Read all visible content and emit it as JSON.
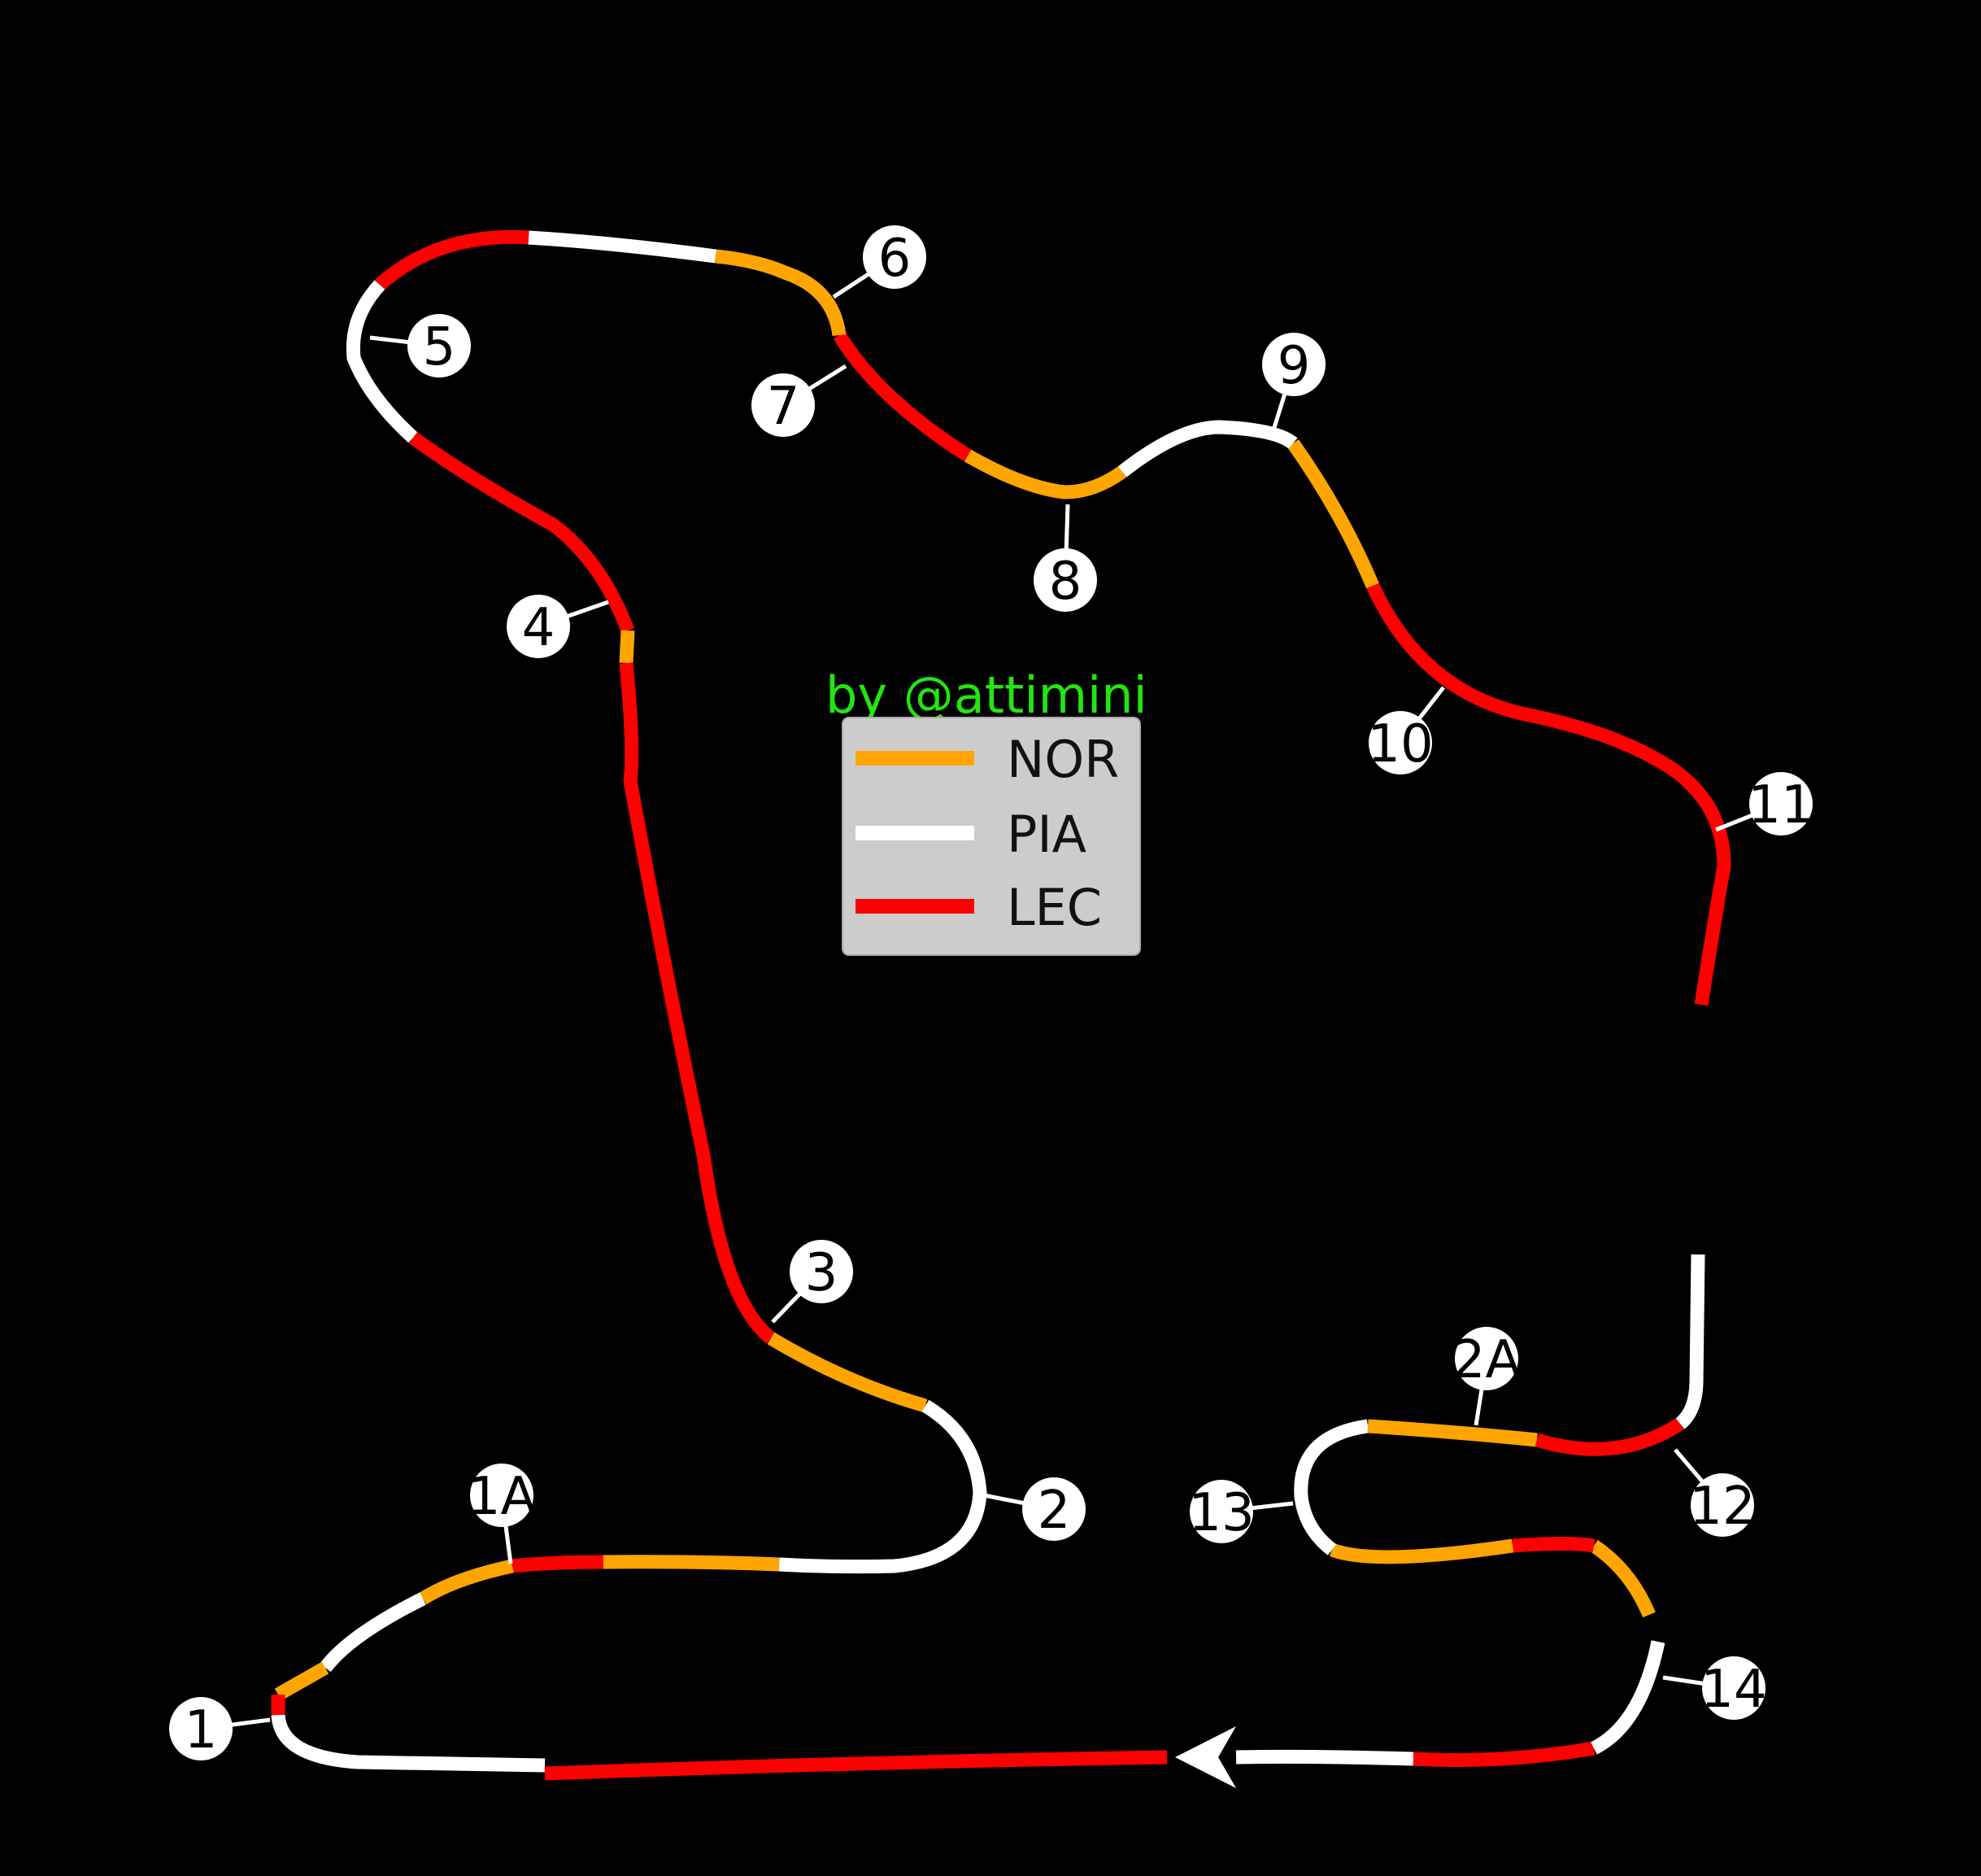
{
  "credit": "by @attimini",
  "colors": {
    "background": "#000000",
    "NOR": "#ffa500",
    "PIA": "#ffffff",
    "LEC": "#ff0000",
    "credit": "#22e60f",
    "legend_bg": "#cccccc"
  },
  "legend": [
    {
      "driver": "NOR",
      "color": "#ffa500"
    },
    {
      "driver": "PIA",
      "color": "#ffffff"
    },
    {
      "driver": "LEC",
      "color": "#ff0000"
    }
  ],
  "corners": [
    "1",
    "1A",
    "2",
    "2A",
    "3",
    "4",
    "5",
    "6",
    "7",
    "8",
    "9",
    "10",
    "11",
    "12",
    "13",
    "14"
  ],
  "segment_fastest": [
    "PIA",
    "LEC",
    "PIA",
    "LEC",
    "PIA",
    "NOR",
    "LEC",
    "NOR",
    "PIA",
    "NOR",
    "LEC",
    "PIA",
    "LEC",
    "NOR",
    "PIA",
    "NOR",
    "LEC",
    "NOR",
    "PIA",
    "LEC",
    "PIA",
    "LEC",
    "NOR",
    "LEC",
    "NOR",
    "PIA",
    "NOR",
    "LEC",
    "NOR",
    "PIA",
    "NOR",
    "LEC"
  ]
}
